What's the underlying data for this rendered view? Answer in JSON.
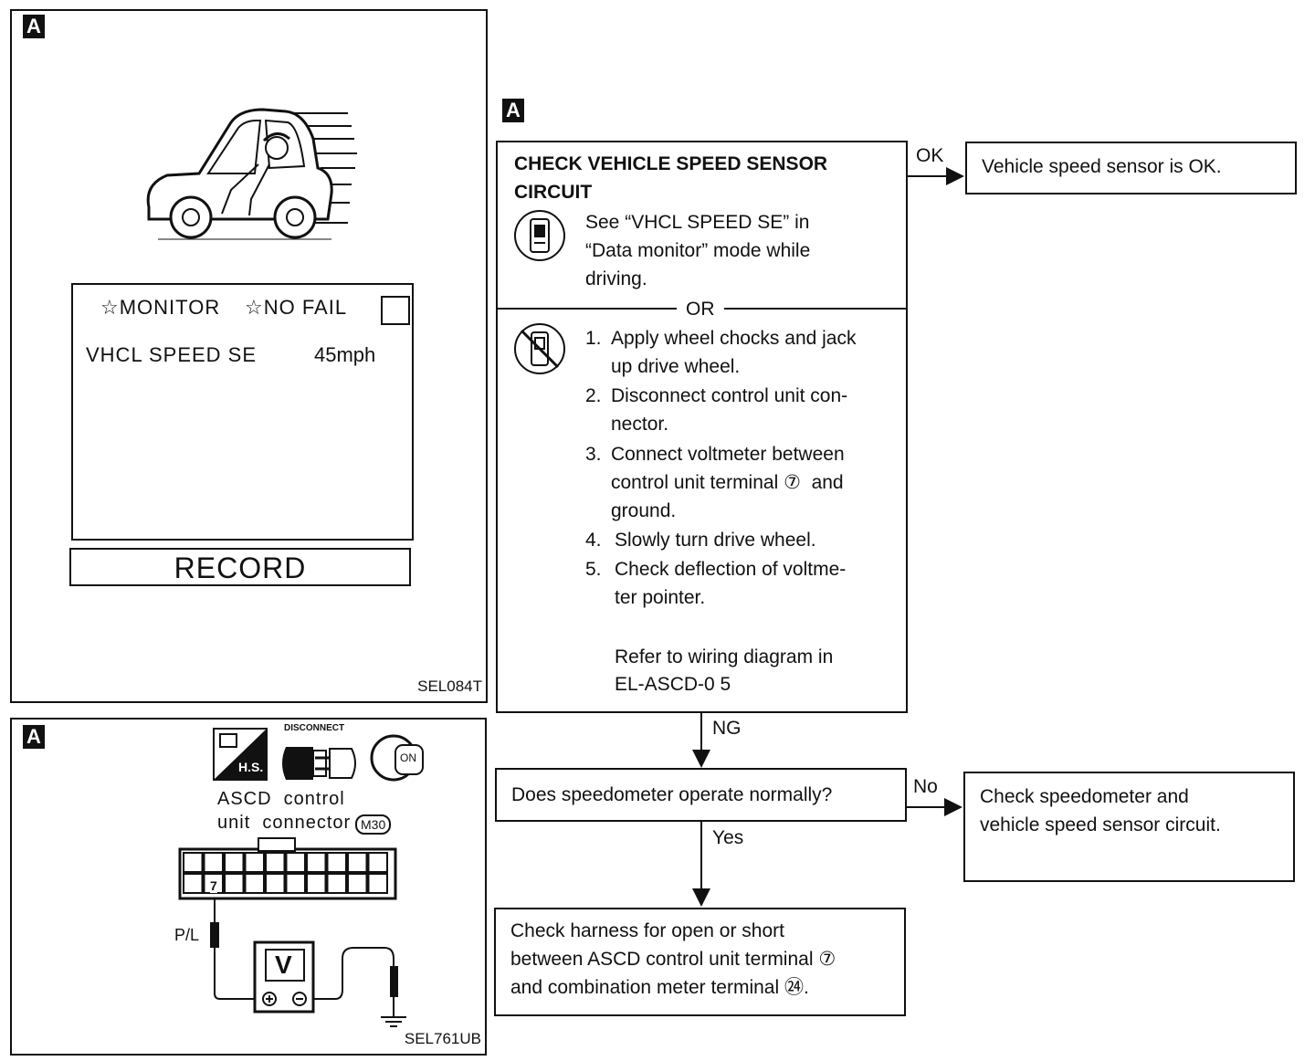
{
  "panel1": {
    "tag": "A",
    "monitor": {
      "left_header": "☆MONITOR",
      "right_header": "☆NO FAIL",
      "item_label": "VHCL SPEED SE",
      "item_value": "45mph"
    },
    "record_button": "RECORD",
    "code": "SEL084T"
  },
  "panel2": {
    "tag": "A",
    "icon_labels": {
      "hs": "H.S.",
      "disconnect": "DISCONNECT",
      "on": "ON"
    },
    "connector_line1": "ASCD  control",
    "connector_line2": "unit  connector",
    "connector_id": "M30",
    "terminal": "7",
    "wire_color": "P/L",
    "meter_label": "V",
    "code": "SEL761UB"
  },
  "flow": {
    "tag": "A",
    "check_box": {
      "title_line1": "CHECK VEHICLE SPEED SENSOR",
      "title_line2": "CIRCUIT",
      "consult_lines": [
        "See “VHCL SPEED SE” in",
        "“Data monitor” mode while",
        "driving."
      ],
      "or_label": "OR",
      "steps": [
        {
          "num": "1.",
          "lines": [
            "Apply wheel chocks and jack",
            "up drive wheel."
          ]
        },
        {
          "num": "2.",
          "lines": [
            "Disconnect control unit con-",
            "nector."
          ]
        },
        {
          "num": "3.",
          "lines": [
            "Connect voltmeter between",
            "control unit terminal ⑦  and",
            "ground."
          ]
        },
        {
          "num": "4.",
          "lines": [
            "Slowly turn drive wheel."
          ]
        },
        {
          "num": "5.",
          "lines": [
            "Check deflection of voltme-",
            "ter pointer."
          ]
        }
      ],
      "refer_line1": "Refer to wiring diagram in",
      "refer_line2": "EL-ASCD-0 5"
    },
    "ok_label": "OK",
    "ok_result": "Vehicle speed sensor is OK.",
    "ng_label": "NG",
    "question": "Does speedometer operate normally?",
    "no_label": "No",
    "no_result_line1": "Check speedometer and",
    "no_result_line2": "vehicle speed sensor circuit.",
    "yes_label": "Yes",
    "final_line1": "Check harness for open or short",
    "final_line2": "between ASCD control unit terminal ⑦",
    "final_line3": "and combination meter terminal ㉔."
  }
}
